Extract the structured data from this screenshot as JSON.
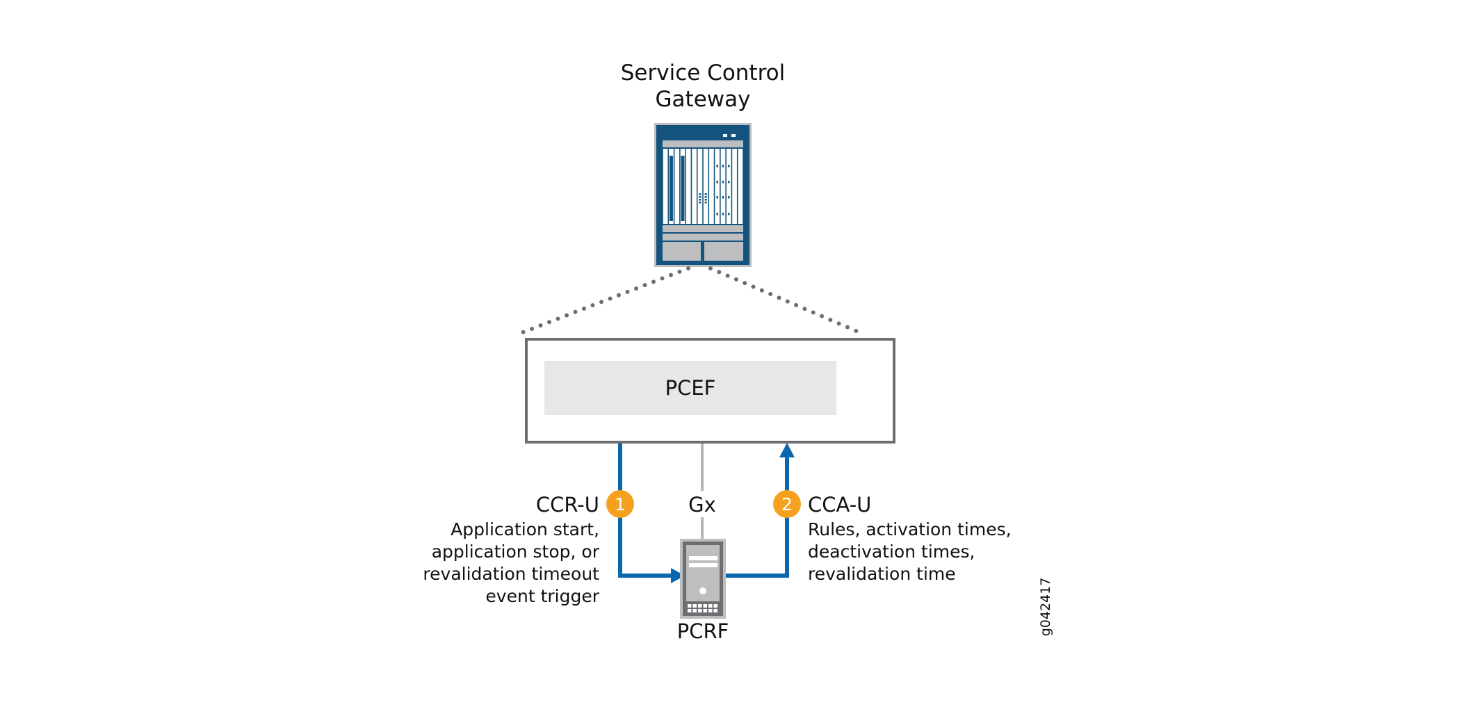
{
  "diagram": {
    "gateway": {
      "title_line1": "Service Control",
      "title_line2": "Gateway",
      "icon": "router-chassis-icon"
    },
    "pcef": {
      "label": "PCEF"
    },
    "interface": {
      "label": "Gx"
    },
    "pcrf": {
      "label": "PCRF",
      "icon": "server-icon"
    },
    "steps": [
      {
        "number": "1",
        "title": "CCR-U",
        "description_lines": [
          "Application start,",
          "application stop, or",
          "revalidation timeout",
          "event trigger"
        ],
        "direction": "PCEF to PCRF"
      },
      {
        "number": "2",
        "title": "CCA-U",
        "description_lines": [
          "Rules, activation times,",
          "deactivation times,",
          "revalidation time"
        ],
        "direction": "PCRF to PCEF"
      }
    ],
    "figure_id": "g042417",
    "colors": {
      "chassis_blue": "#14537d",
      "flow_blue": "#0a66ad",
      "badge_orange": "#f5a11f",
      "box_border": "#6d6e71",
      "pcef_fill": "#e6e7e8",
      "gx_line": "#b3b4b6",
      "dots": "#6d6e71"
    }
  }
}
